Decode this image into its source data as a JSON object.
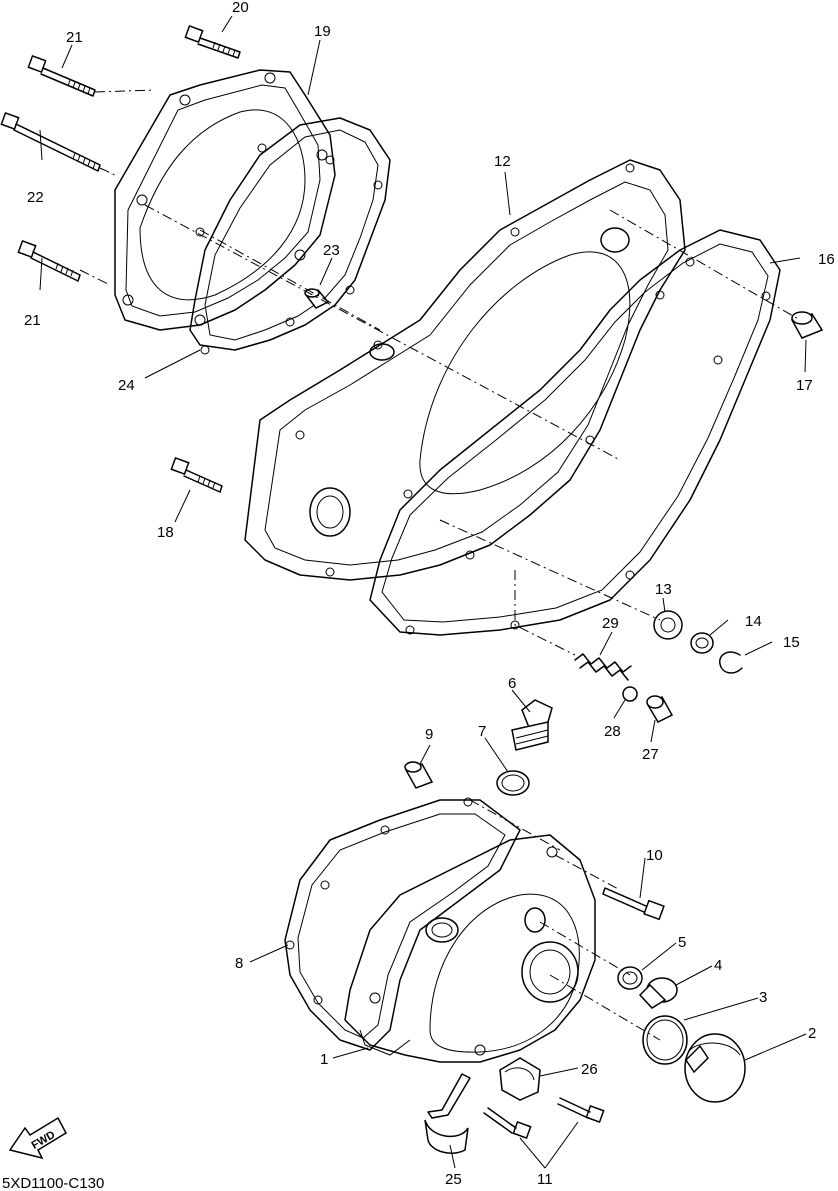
{
  "diagram": {
    "drawing_code": "5XD1100-C130",
    "fwd_label": "FWD",
    "callouts": [
      {
        "id": "c20",
        "text": "20"
      },
      {
        "id": "c19",
        "text": "19"
      },
      {
        "id": "c21a",
        "text": "21"
      },
      {
        "id": "c22",
        "text": "22"
      },
      {
        "id": "c21b",
        "text": "21"
      },
      {
        "id": "c23",
        "text": "23"
      },
      {
        "id": "c24",
        "text": "24"
      },
      {
        "id": "c12",
        "text": "12"
      },
      {
        "id": "c16",
        "text": "16"
      },
      {
        "id": "c17",
        "text": "17"
      },
      {
        "id": "c18",
        "text": "18"
      },
      {
        "id": "c13",
        "text": "13"
      },
      {
        "id": "c14",
        "text": "14"
      },
      {
        "id": "c15",
        "text": "15"
      },
      {
        "id": "c29",
        "text": "29"
      },
      {
        "id": "c6",
        "text": "6"
      },
      {
        "id": "c28",
        "text": "28"
      },
      {
        "id": "c27",
        "text": "27"
      },
      {
        "id": "c9",
        "text": "9"
      },
      {
        "id": "c7",
        "text": "7"
      },
      {
        "id": "c10",
        "text": "10"
      },
      {
        "id": "c5",
        "text": "5"
      },
      {
        "id": "c4",
        "text": "4"
      },
      {
        "id": "c3",
        "text": "3"
      },
      {
        "id": "c2",
        "text": "2"
      },
      {
        "id": "c8",
        "text": "8"
      },
      {
        "id": "c1",
        "text": "1"
      },
      {
        "id": "c26",
        "text": "26"
      },
      {
        "id": "c25",
        "text": "25"
      },
      {
        "id": "c11",
        "text": "11"
      }
    ]
  }
}
